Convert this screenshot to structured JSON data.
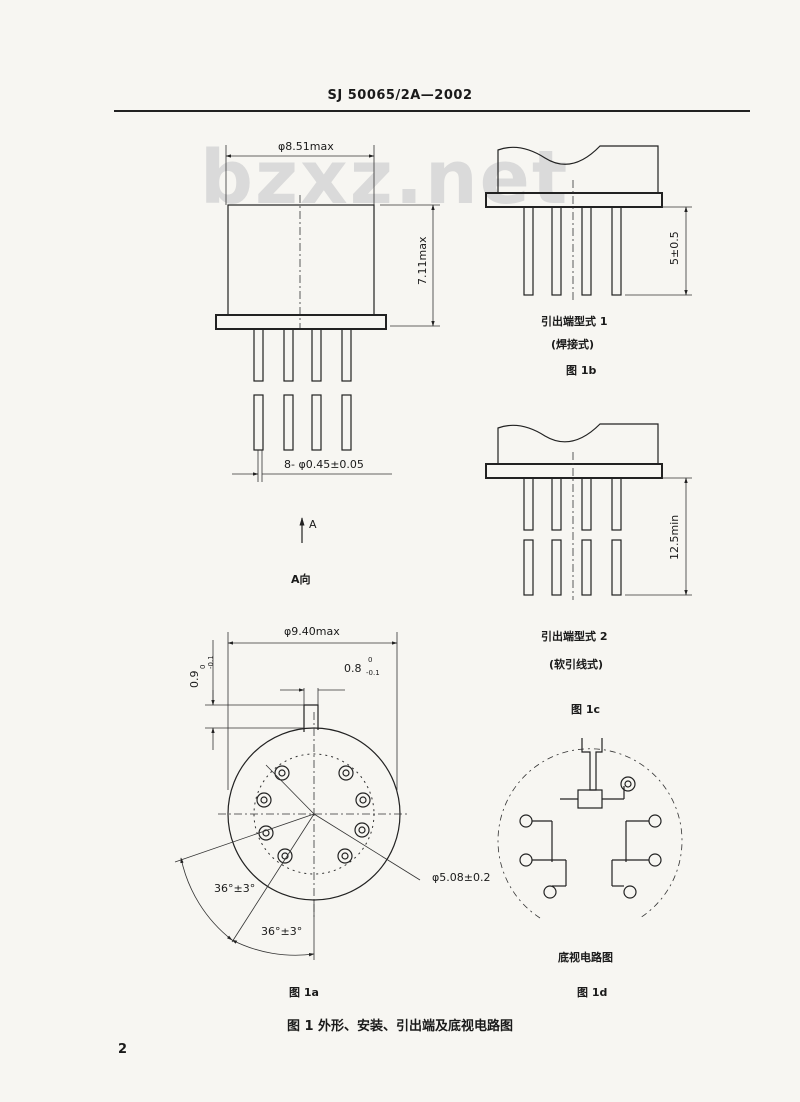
{
  "header": {
    "standard_code": "SJ 50065/2A—2002"
  },
  "watermark": "bzxz.net",
  "fig1a": {
    "dim_diameter": "φ8.51max",
    "dim_height": "7.11max",
    "dim_leads": "8- φ0.45±0.05",
    "view_arrow": "A",
    "view_label": "A向",
    "dim_base_diameter": "φ9.40max",
    "dim_tab_width": "0.8",
    "dim_tab_width_tol_upper": "0",
    "dim_tab_width_tol_lower": "-0.1",
    "dim_tab_height": "0.9",
    "dim_tab_height_tol_upper": "0",
    "dim_tab_height_tol_lower": "-0.1",
    "dim_pitch_circle": "φ5.08±0.2",
    "angle1": "36°±3°",
    "angle2": "36°±3°",
    "label": "图 1a"
  },
  "fig1b": {
    "dim_length": "5±0.5",
    "type_label": "引出端型式 1",
    "type_sub": "(焊接式)",
    "label": "图 1b"
  },
  "fig1c": {
    "dim_length": "12.5min",
    "type_label": "引出端型式 2",
    "type_sub": "(软引线式)",
    "label": "图 1c"
  },
  "fig1d": {
    "title": "底视电路图",
    "label": "图 1d"
  },
  "caption": "图 1   外形、安装、引出端及底视电路图",
  "page_number": "2"
}
